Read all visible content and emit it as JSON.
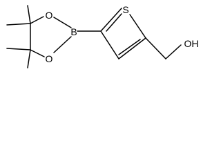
{
  "molecule": {
    "atoms": {
      "sulfur": "S",
      "boron": "B",
      "oxygen_top": "O",
      "oxygen_bottom": "O",
      "hydroxyl": "OH"
    }
  }
}
